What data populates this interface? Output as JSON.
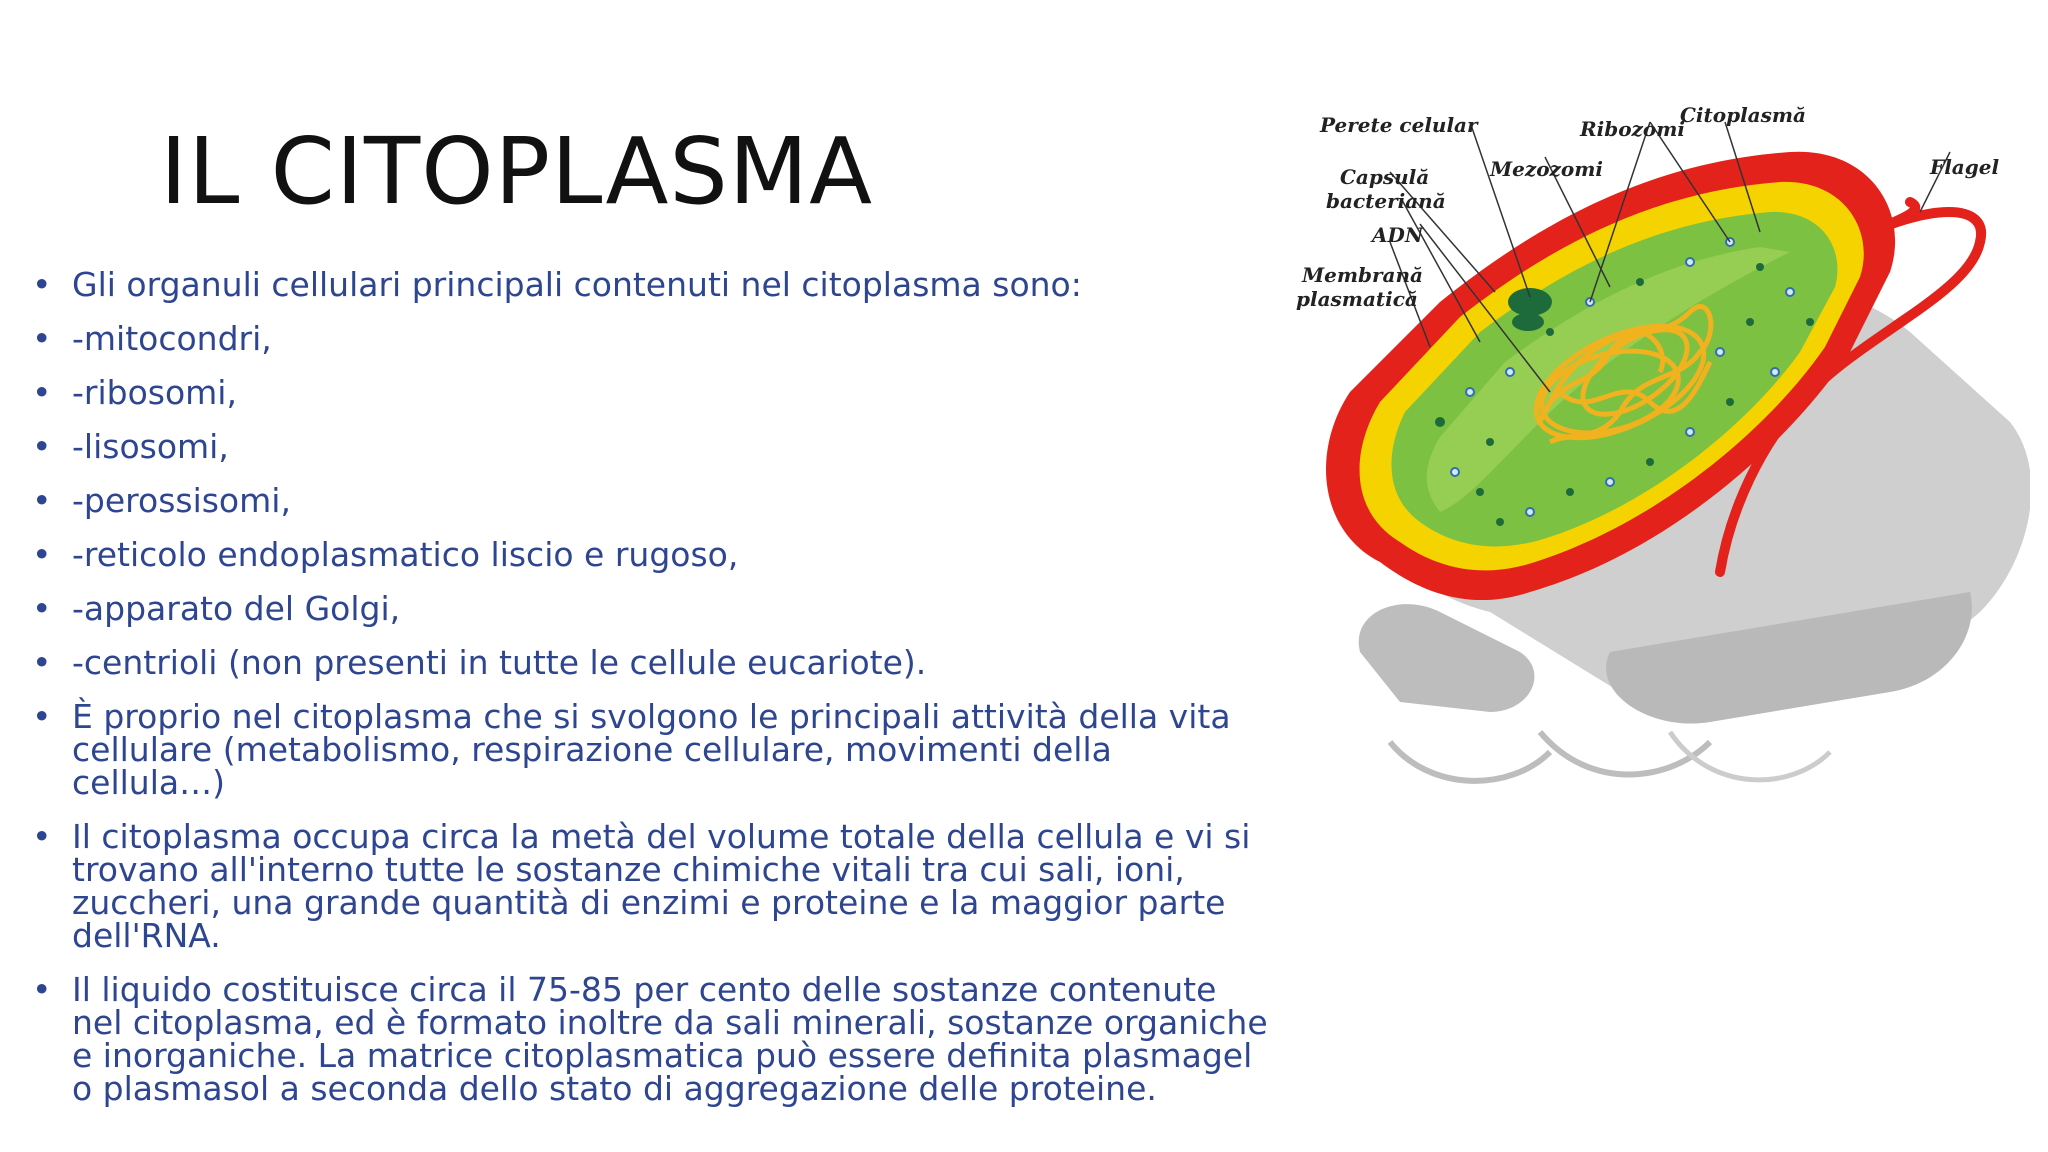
{
  "slide": {
    "title": "IL CITOPLASMA",
    "bullets": [
      "Gli organuli cellulari principali contenuti nel citoplasma sono:",
      "-mitocondri,",
      "-ribosomi,",
      "-lisosomi,",
      "-perossisomi,",
      "-reticolo endoplasmatico liscio e rugoso,",
      "-apparato del Golgi,",
      "-centrioli (non presenti in tutte le cellule eucariote).",
      "È proprio nel citoplasma che si svolgono le principali attività della vita cellulare (metabolismo, respirazione cellulare, movimenti della cellula…)",
      "Il citoplasma occupa circa la metà del volume totale della cellula e vi si trovano all'interno tutte le sostanze chimiche vitali tra cui sali, ioni, zuccheri, una grande quantità di enzimi e proteine e la maggior parte dell'RNA.",
      "Il liquido  costituisce circa il 75-85 per cento delle sostanze contenute nel citoplasma, ed è formato inoltre da sali minerali, sostanze organiche e inorganiche. La matrice citoplasmatica può essere definita plasmagel o plasmasol a seconda dello stato di aggregazione delle proteine."
    ],
    "bullet_symbol": "•"
  },
  "diagram": {
    "labels": {
      "perete": "Perete celular",
      "capsula_1": "Capsulă",
      "capsula_2": "bacteriană",
      "adn": "ADN",
      "membrana_1": "Membrană",
      "membrana_2": "plasmatică",
      "mezozomi": "Mezozomi",
      "ribozomi": "Ribozomi",
      "citoplasma": "Citoplasmă",
      "flagel": "Flagel"
    }
  },
  "colors": {
    "title": "#111111",
    "bullet_text": "#2e4691",
    "cell_wall": "#e3231b",
    "capsule": "#f5d300",
    "cytoplasm": "#7cc142",
    "dna": "#f0b21e",
    "shadow": "#c8c8c8"
  }
}
